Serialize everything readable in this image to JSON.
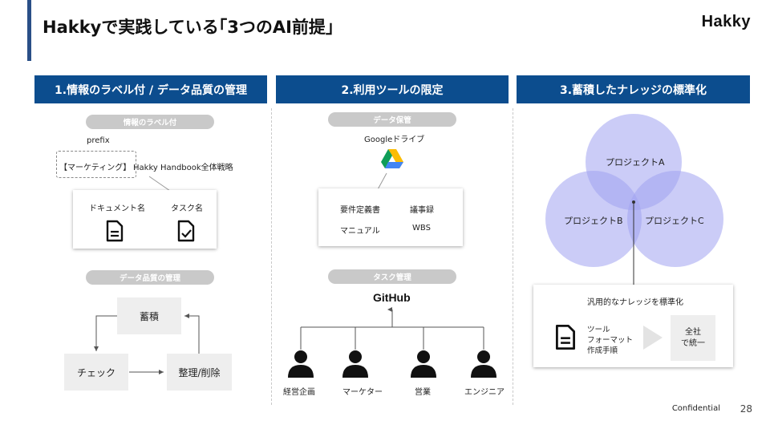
{
  "header": {
    "title": "Hakkyで実践している｢3つのAI前提｣",
    "logo": "Hakky"
  },
  "columns": [
    {
      "title": "1.情報のラベル付 / データ品質の管理"
    },
    {
      "title": "2.利用ツールの限定"
    },
    {
      "title": "3.蓄積したナレッジの標準化"
    }
  ],
  "col1": {
    "pill_label": "情報のラベル付",
    "prefix": "prefix",
    "label_bracket": "【マーケティング】",
    "label_rest": "Hakky Handbook全体戦略",
    "doc_name": "ドキュメント名",
    "task_name": "タスク名",
    "pill_quality": "データ品質の管理",
    "cycle": {
      "accumulate": "蓄積",
      "check": "チェック",
      "organize": "整理/削除"
    }
  },
  "col2": {
    "pill_storage": "データ保管",
    "drive_label": "Googleドライブ",
    "docs": [
      "要件定義書",
      "議事録",
      "マニュアル",
      "WBS"
    ],
    "pill_task": "タスク管理",
    "github": "GitHub",
    "people": [
      "経営企画",
      "マーケター",
      "営業",
      "エンジニア"
    ]
  },
  "col3": {
    "venn": {
      "a": "プロジェクトA",
      "b": "プロジェクトB",
      "c": "プロジェクトC"
    },
    "box_title": "汎用的なナレッジを標準化",
    "items": [
      "ツール",
      "フォーマット",
      "作成手順"
    ],
    "result": [
      "全社",
      "で統一"
    ]
  },
  "footer": {
    "confidential": "Confidential",
    "page": "28"
  },
  "colors": {
    "accent": "#2a4f87",
    "header_bg": "#0c4d8e",
    "venn": "#a0a3f0",
    "pill": "#c9c9c9"
  }
}
